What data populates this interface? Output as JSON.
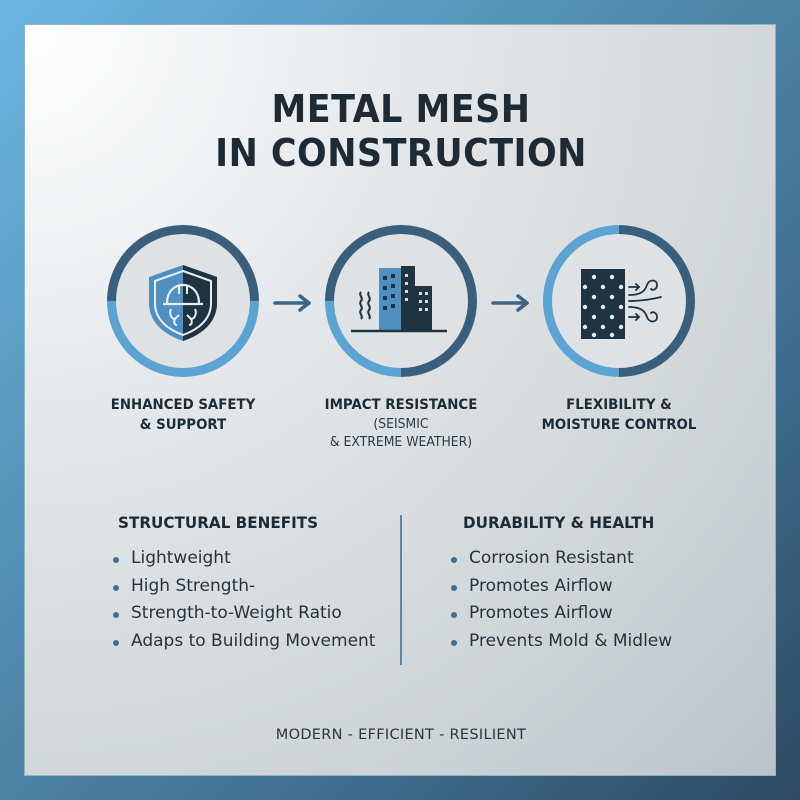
{
  "title": {
    "line1": "METAL MESH",
    "line2": "IN CONSTRUCTION"
  },
  "features": [
    {
      "icon": "shield-hardhat-wrench-icon",
      "label_line1": "ENHANCED SAFETY",
      "label_line2": "& SUPPORT"
    },
    {
      "icon": "building-seismic-icon",
      "label_line1": "IMPACT RESISTANCE",
      "sub_line1": "(SEISMIC",
      "sub_line2": "& EXTREME WEATHER)"
    },
    {
      "icon": "perforated-mesh-airflow-icon",
      "label_line1": "FLEXIBILITY &",
      "label_line2": "MOISTURE CONTROL"
    }
  ],
  "columns": {
    "left": {
      "heading": "STRUCTURAL BENEFITS",
      "items": [
        "Lightweight",
        "High Strength-",
        "Strength-to-Weight Ratio",
        "Adaps to Building Movement"
      ]
    },
    "right": {
      "heading": "DURABILITY & HEALTH",
      "items": [
        "Corrosion Resistant",
        "Promotes Airflow",
        "Promotes Airflow",
        "Prevents Mold & Midlew"
      ]
    }
  },
  "tagline": "MODERN - EFFICIENT - RESILIENT",
  "colors": {
    "ring_light": "#5aa3d3",
    "ring_dark": "#3a5f7d",
    "icon_dark": "#1f3341",
    "icon_light": "#4f8fc2",
    "text_dark": "#1e2b35"
  }
}
